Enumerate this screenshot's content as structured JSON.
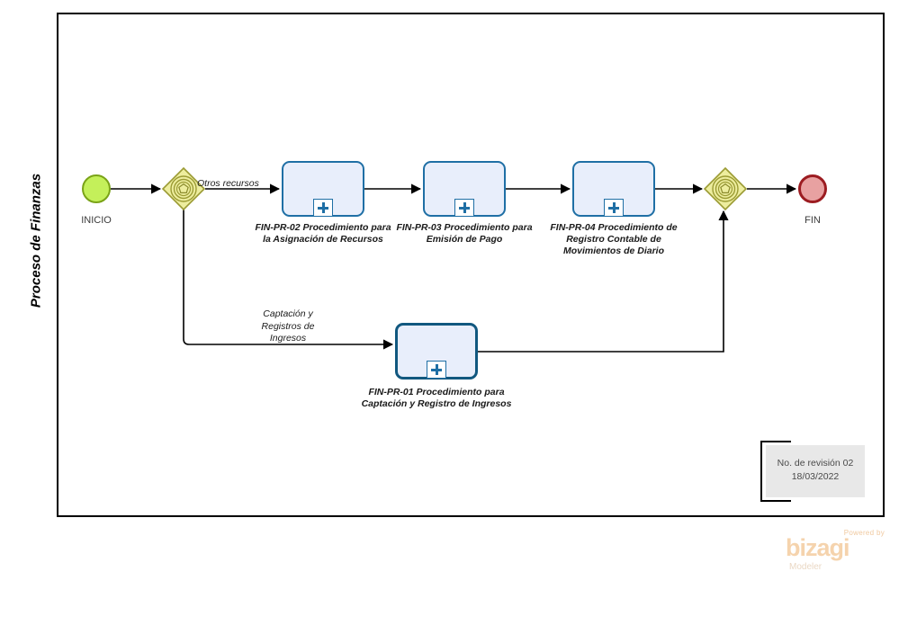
{
  "diagram": {
    "type": "bpmn-process",
    "pool": {
      "lane_label": "Proceso de Finanzas"
    },
    "events": [
      {
        "name": "start-event",
        "label": "INICIO",
        "kind": "start",
        "color": "#c4f05a",
        "border": "#7aa317"
      },
      {
        "name": "end-event",
        "label": "FIN",
        "kind": "end",
        "color": "#e8a1a1",
        "border": "#9c1c21"
      }
    ],
    "gateways": [
      {
        "name": "gateway-split",
        "kind": "complex",
        "color": "#e9e9a0",
        "border": "#9a9a33"
      },
      {
        "name": "gateway-merge",
        "kind": "complex",
        "color": "#e9e9a0",
        "border": "#9a9a33"
      }
    ],
    "tasks": [
      {
        "id": "fin-pr-02",
        "label": "FIN-PR-02 Procedimiento para la Asignación de Recursos",
        "marker": "sub-process"
      },
      {
        "id": "fin-pr-03",
        "label": "FIN-PR-03 Procedimiento para Emisión de Pago",
        "marker": "sub-process"
      },
      {
        "id": "fin-pr-04",
        "label": "FIN-PR-04 Procedimiento de Registro Contable de Movimientos de Diario",
        "marker": "sub-process"
      },
      {
        "id": "fin-pr-01",
        "label": "FIN-PR-01 Procedimiento para Captación y Registro de Ingresos",
        "marker": "sub-process"
      }
    ],
    "flow_labels": [
      {
        "id": "otros-recursos",
        "text": "Otros recursos"
      },
      {
        "id": "captacion-ingresos",
        "text": "Captación y Registros de Ingresos"
      }
    ],
    "revision": {
      "line1": "No. de revisión 02",
      "line2": "18/03/2022"
    }
  },
  "branding": {
    "powered_by": "Powered by",
    "name": "bizagi",
    "product": "Modeler"
  }
}
